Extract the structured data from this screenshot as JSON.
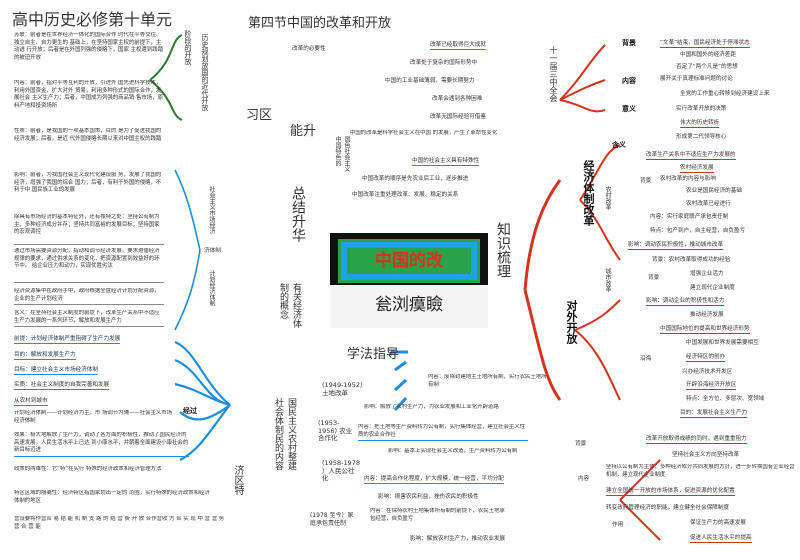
{
  "page_title": "高中历史必修第十单元",
  "chapter_title": "第四节中国的改革和开放",
  "banner": {
    "sign": "中国的改",
    "caption": "瓮浏瘼瞼"
  },
  "center": {
    "study_guide": "学法指导",
    "summary": "总结升华",
    "review": "习区",
    "ability": "能升",
    "knowledge": "知识梳理",
    "economy_concept": "有关经济体制的概念"
  },
  "left_col": {
    "block1": "苏联：前者是在世界经济一体化的国际合作 时代在平等交往、独立自主、自力更生的 基础上，在坚持国家主权的前提下，主动进 行开放；后者是在外国列强的侵略下，国家 主权遭到践踏的被迫开放",
    "block2": "内容：前者，指对平等互利的开放，引进外 国先进科学技术，利用外国资金，扩大对外 贸易，利用多种形式的国际合作，发展社会 主义生产力；后者，中国成为列强的商品销 售市场，原料产地和投资场所",
    "block3": "性质：前者，是我国的一项基本国策，目的 是为了促进我国的经济发展；后者，是近 代外国侵略长期以来对中国主权的践踏",
    "block4": "影响：前者，为我国社会主义现代化建设服 务，发展了我国的经济，增强了我国的综合 国力；后者，有利于外国的侵略，不利于中 国民族工业的发展",
    "block5": "除具有市场经济的基本特征外，还有独特之处：坚持公有制为主，多种经济成分并存；坚持共同富裕的发展目标；坚持国家的宏观调控",
    "block6": "通过市场需要资源分配，指动和调节经济发展。要求遵循经济规律的要求，通过供求关系的变化，把资源配置到效益好的环节中。 给企业压力和动力，实现优胜劣汰",
    "block7": "经济资源集中在政府手中，政府根据全盘经济计划分配资源，企业的生产计划经济",
    "block8": "含义：在坚持社会主义制度的前提下，改革生产关系中不适应生产力发展的一系列环节，解放和发展生产力",
    "list": [
      "前提：计划经济体制严重阻碍了生产力发展",
      "目的：解放和发展生产力",
      "目标：建立社会主义市场经济体制",
      "实质：社会主义制度的自我完善和发展",
      "从农村到城市",
      "计划经济体制——计划经济为主，市 场调节为辅——社会主义市场经济体制",
      "效果：极大地解放了生产力，调动了各方面的积极性，推动了国民经济的高速发展，人民生活水平上已达 到小康水平，并朝着全面建设小康社会的新目标迈进",
      "政策的两维性：它“特”在实行 特殊的经济政策和经济管理方法",
      "特区区域的隔离性：经济特区指国家划出一定的 范围，实行特殊的经济政策和经济体制的地区",
      "营设要将作营合 易 结 能 机 制 支 路 的 结 营 费 开 放 合作营收 方 合 实 现 中 营 营 务 营 合 营 能"
    ],
    "side_notes": [
      "阶段的开放",
      "历史规划放国的近代开放"
    ],
    "labels": [
      "社会主义市场经济",
      "济体制",
      "计划经济体制",
      "经过",
      "济区特"
    ]
  },
  "mid_col": {
    "reform_necessity": "改革的必要性",
    "national_conditions": "国色社会主义中国特色的",
    "right_bullets": [
      "改革已经取得巨大成就",
      "改革处于复杂的国际形势中",
      "中国的工业基础薄弱，需要长期努力",
      "改革会遇到各种困难",
      "改革无国际经验可借鉴",
      "中国的改革是科学社会主义在中国 的发展，产生了革命性变化",
      "中国的社会主义具有特殊性",
      "中国改革的顺序是先农业后工业，逐步推进",
      "中国改革注重处理改革、发展、稳定的关系"
    ]
  },
  "timeline": {
    "title": "国民主义农村整建社会体制民的内容",
    "periods": [
      {
        "years": "(1949-1952）土地改革",
        "items": [
          "内容：废除封建地主土地所有制，实行农民土地所有制",
          "影响：解放了农村生产力，为农业发展和工业化开辟道路"
        ]
      },
      {
        "years": "(1953-1956) 农业合作化",
        "items": [
          "内容：把土地等生产资料转为公有制，实行集体经营，建立社会主义性质的农业合作社",
          "影响：基本上实现社会主义改造，生产资料转为公有制"
        ]
      },
      {
        "years": "(1958-1978 ）人民公社化",
        "items": [
          "内容：提高合作化程度，扩大规模，统一经营，平均分配",
          "影响：损害农民利益，挫伤农民的积极性"
        ]
      },
      {
        "years": "(1978 至今）家庭承包责任制",
        "items": [
          "内容：在保持农村土地集体所有制的前提下，农民土地承包经营，自负盈亏",
          "影响：解放农村生产力，推动农业发展"
        ]
      }
    ]
  },
  "right_col": {
    "third_plenum": "十一届三中全会",
    "reform_title": "经济体制改革",
    "open_title": "对外开放",
    "labels": [
      "背景",
      "内容",
      "意义",
      "含义",
      "背景",
      "农村改革",
      "城市改革",
      "背景",
      "沿海",
      "背景",
      "内容",
      "作用"
    ],
    "items": [
      "“文革”结束，国民经济处于停滞状态",
      "中国和国外的经济差距",
      "否定了“两个凡是”的思想",
      "展开关于真理标准问题的讨论",
      "全党的工作重心转移到经济建设上来",
      "实行改革开放的决策",
      "伟大的历史转折",
      "形成第二代领导核心",
      "改革生产关系中不适应生产力发展的",
      "农村经济发展",
      "农村改革的内容与影响",
      "农业是国民经济的基础",
      "农村改革已经进行",
      "内容：实行家庭联产承包责任制",
      "特点：包产到户，自主经营，自负盈亏",
      "影响：调动农民积极性，推动城市改革",
      "背景：农村改革取得成功的经验",
      "增强企业活力",
      "建立现代企业制度",
      "影响：调动企业的积极性和活力",
      "推动经济发展",
      "中国国际地位的提高和世界经济形势",
      "中国发展和世界发展需要相互",
      "经济特区的创办",
      "兴办经济技术开发区",
      "开辟沿海经济开放区",
      "特点：全方位、多层次、宽领域",
      "目的：发展社会主义生产力",
      "改革开放取得成绩的同时，遇到重重阻力",
      "坚持社会主义方向坚持改革",
      "坚持以公有制为主体，多种经济成分共同发展的方针，进一步转换国有企业经营机制，建立现代企业制度",
      "建立全国统一开放的市场体系，促进资源的优化配置",
      "转变政府管理经济的职能，建立健全社会保障制度",
      "保证生产力的高速发展",
      "促进人民生活水平的提高"
    ]
  },
  "colors": {
    "green": "#2b7a2b",
    "blue": "#1a8fe0",
    "red": "#d8321c",
    "banner_green": "#2aa24a",
    "banner_red": "#d8321c"
  }
}
